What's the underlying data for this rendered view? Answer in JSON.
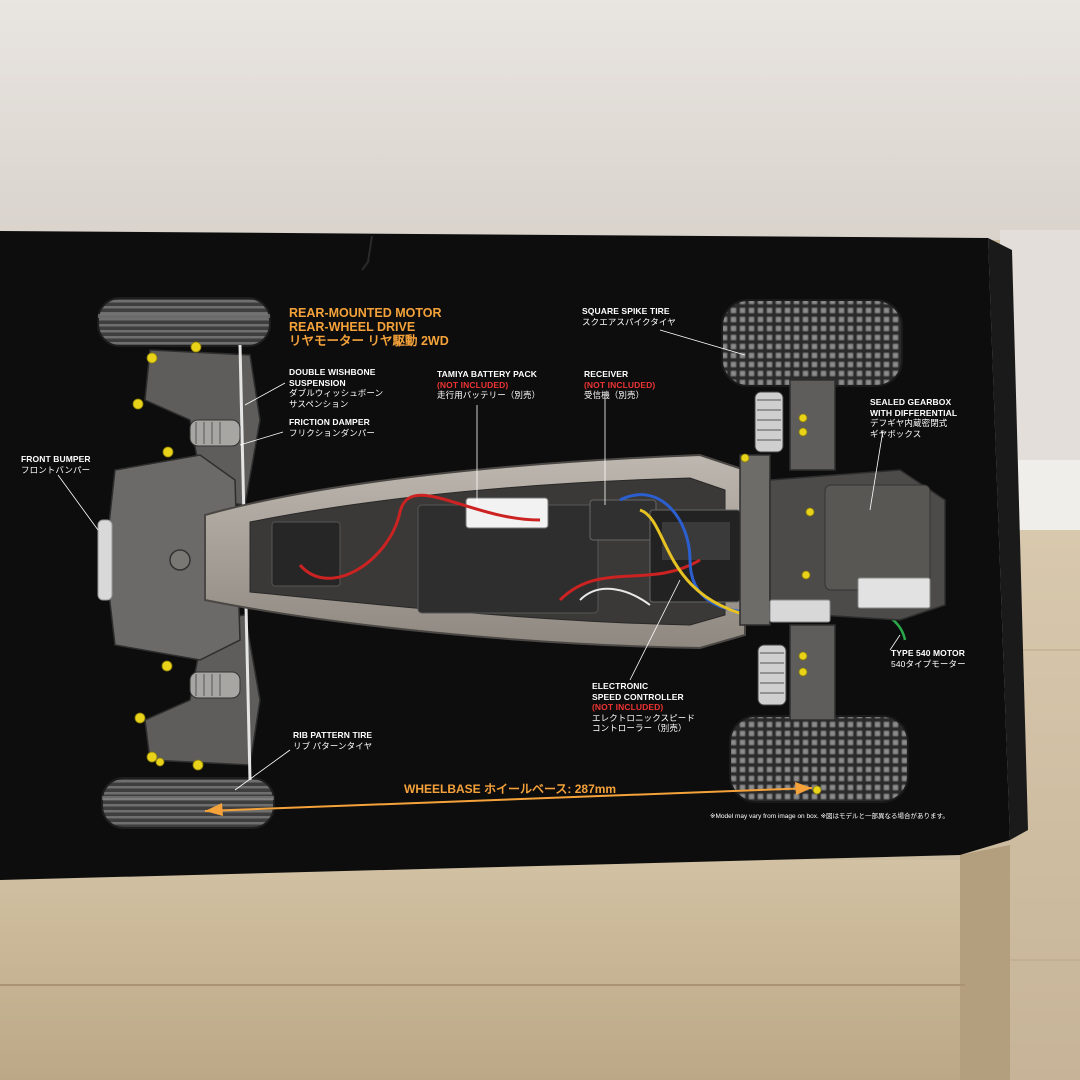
{
  "box": {
    "heading": {
      "line1": "REAR-MOUNTED MOTOR",
      "line2": "REAR-WHEEL DRIVE",
      "line3": "リヤモーター リヤ駆動 2WD"
    },
    "callouts": {
      "square_spike_tire": {
        "en": "SQUARE SPIKE TIRE",
        "jp": "スクエアスパイクタイヤ"
      },
      "double_wishbone": {
        "en1": "DOUBLE WISHBONE",
        "en2": "SUSPENSION",
        "jp1": "ダブルウィッシュボーン",
        "jp2": "サスペンション"
      },
      "friction_damper": {
        "en": "FRICTION DAMPER",
        "jp": "フリクションダンパー"
      },
      "battery_pack": {
        "en": "TAMIYA BATTERY PACK",
        "note": "(NOT INCLUDED)",
        "jp": "走行用バッテリー（別売）"
      },
      "receiver": {
        "en": "RECEIVER",
        "note": "(NOT INCLUDED)",
        "jp": "受信機（別売）"
      },
      "sealed_gearbox": {
        "en1": "SEALED GEARBOX",
        "en2": "WITH DIFFERENTIAL",
        "jp1": "デフギヤ内蔵密閉式",
        "jp2": "ギヤボックス"
      },
      "front_bumper": {
        "en": "FRONT BUMPER",
        "jp": "フロントバンパー"
      },
      "type540_motor": {
        "en": "TYPE 540 MOTOR",
        "jp": "540タイプモーター"
      },
      "esc": {
        "en1": "ELECTRONIC",
        "en2": "SPEED CONTROLLER",
        "note": "(NOT INCLUDED)",
        "jp1": "エレクトロニックスピード",
        "jp2": "コントローラー（別売）"
      },
      "rib_tire": {
        "en": "RIB PATTERN TIRE",
        "jp": "リブ パターンタイヤ"
      }
    },
    "wheelbase": "WHEELBASE ホイールベース: 287mm",
    "disclaimer": "※Model may vary from image on box. ※図はモデルと一部異なる場合があります。"
  },
  "colors": {
    "box_black": "#0d0d0d",
    "accent_orange": "#f5a23a",
    "chassis_grey": "#8a8785",
    "not_included_red": "#ee3333",
    "wall": "#e6e1dc",
    "cardboard": "#cbbb9f"
  }
}
